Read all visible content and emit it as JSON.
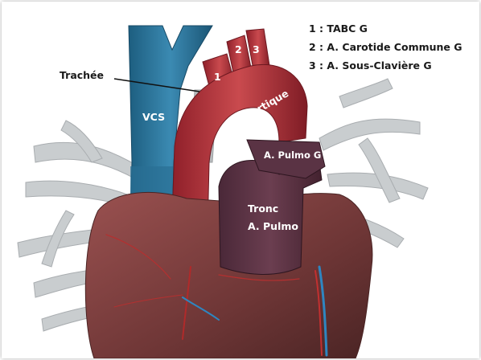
{
  "legend": {
    "items": [
      "1 : TABC G",
      "2 : A. Carotide Commune G",
      "3 : A. Sous-Clavière G"
    ]
  },
  "labels": {
    "trachea": "Trachée",
    "vcs": "VCS",
    "arch": "Arc aortique",
    "pulmo_g": "A. Pulmo G",
    "tronc_line1": "Tronc",
    "tronc_line2": "A. Pulmo",
    "n1": "1",
    "n2": "2",
    "n3": "3"
  },
  "colors": {
    "vein": "#2e7ba3",
    "aorta": "#b3343c",
    "heart": "#7a4040",
    "pulmonary": "#5a3242",
    "bronchi": "#c4c8ca"
  }
}
